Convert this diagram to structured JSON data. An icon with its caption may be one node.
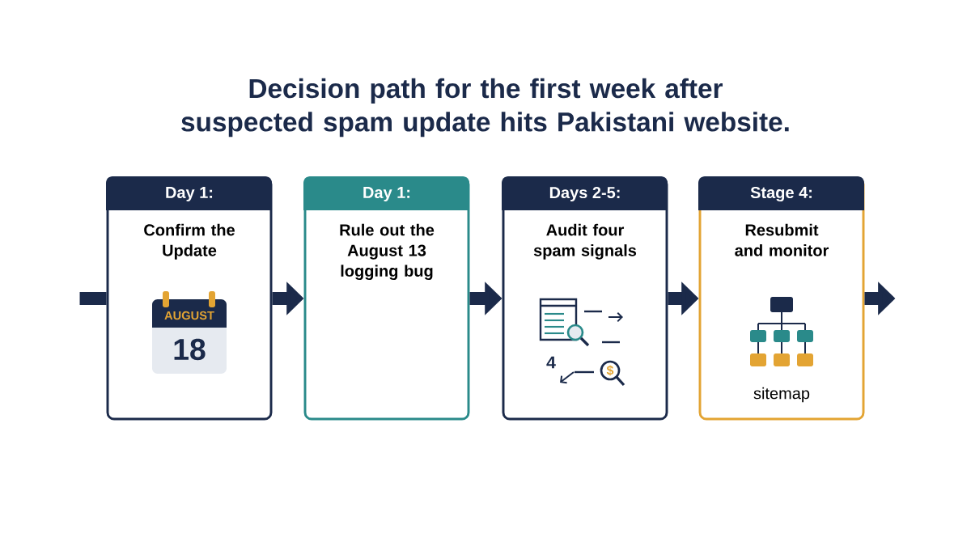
{
  "diagram": {
    "title": "Decision path for the first week after suspected spam update hits Pakistani website.",
    "nodes": [
      {
        "text": [
          "Day 1:",
          "Confirm the Update"
        ]
      },
      {
        "text": [
          "Day 1:",
          "Rule out the August 13 logging bug"
        ]
      },
      {
        "text": [
          "Days 2-5:",
          "Audit four spam signals"
        ]
      },
      {
        "text": [
          "Stage 4:",
          "Resubmit and monitor",
          "sitemap"
        ]
      }
    ],
    "edges": [
      {
        "from": null,
        "to": 0,
        "arrow": "none"
      },
      {
        "from": 0,
        "to": 1,
        "arrow": "to"
      },
      {
        "from": 1,
        "to": 2,
        "arrow": "to"
      },
      {
        "from": 2,
        "to": 3,
        "arrow": "to"
      },
      {
        "from": 3,
        "to": null,
        "arrow": "to"
      }
    ],
    "labels": [
      "AUGUST",
      "18",
      "4",
      "$"
    ]
  }
}
